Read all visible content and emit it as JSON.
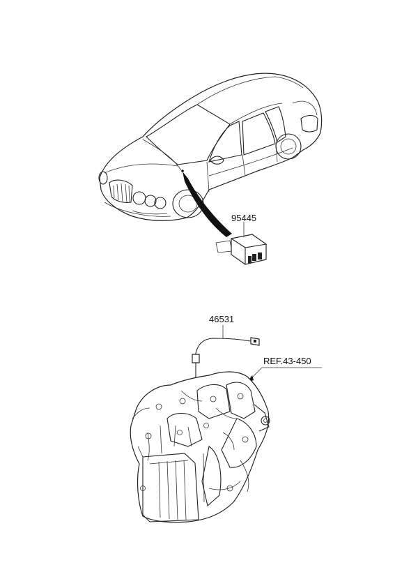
{
  "labels": {
    "relay_part": "95445",
    "sensor_part": "46531",
    "reference": "REF.43-450"
  }
}
